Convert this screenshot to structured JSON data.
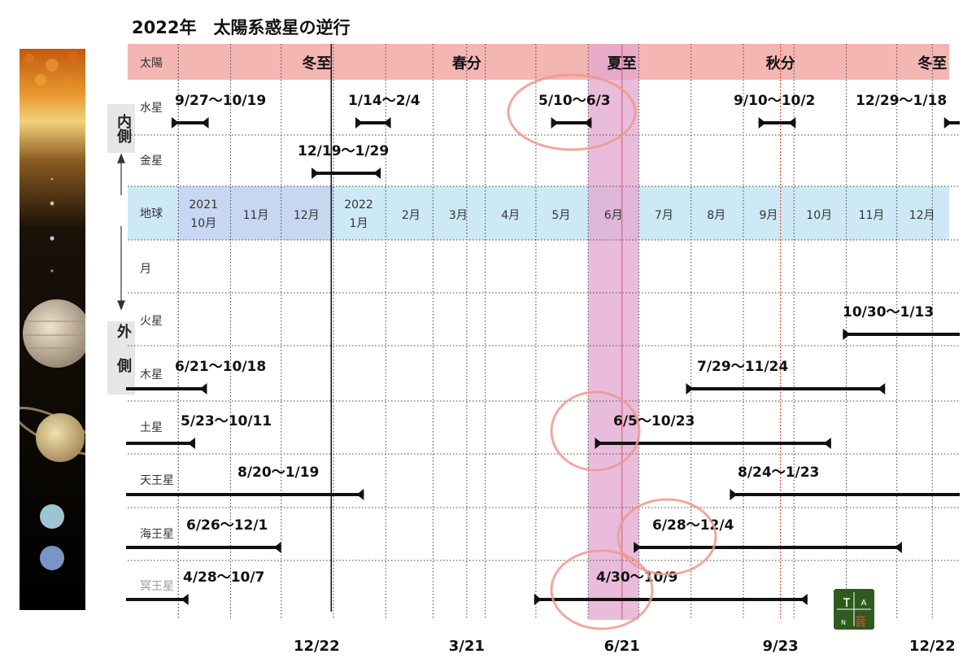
{
  "title": "2022年　太陽系惑星の逆行",
  "chart_data": {
    "type": "timeline",
    "title": "2022年　太陽系惑星の逆行",
    "sun_label": "太陽",
    "seasons": [
      {
        "label": "冬至",
        "date": "12/22",
        "x_date": "2021-12-22"
      },
      {
        "label": "春分",
        "date": "3/21",
        "x_date": "2022-03-21"
      },
      {
        "label": "夏至",
        "date": "6/21",
        "x_date": "2022-06-21"
      },
      {
        "label": "秋分",
        "date": "9/23",
        "x_date": "2022-09-23"
      },
      {
        "label": "冬至",
        "date": "12/22",
        "x_date": "2022-12-22"
      }
    ],
    "earth_label": "地球",
    "months": [
      {
        "year": "2021",
        "label": "10月",
        "date": "2021-10-01"
      },
      {
        "label": "11月",
        "date": "2021-11-01"
      },
      {
        "label": "12月",
        "date": "2021-12-01"
      },
      {
        "year": "2022",
        "label": "1月",
        "date": "2022-01-01"
      },
      {
        "label": "2月",
        "date": "2022-02-01"
      },
      {
        "label": "3月",
        "date": "2022-03-01"
      },
      {
        "label": "4月",
        "date": "2022-04-01"
      },
      {
        "label": "5月",
        "date": "2022-05-01"
      },
      {
        "label": "6月",
        "date": "2022-06-01"
      },
      {
        "label": "7月",
        "date": "2022-07-01"
      },
      {
        "label": "8月",
        "date": "2022-08-01"
      },
      {
        "label": "9月",
        "date": "2022-09-01"
      },
      {
        "label": "10月",
        "date": "2022-10-01"
      },
      {
        "label": "11月",
        "date": "2022-11-01"
      },
      {
        "label": "12月",
        "date": "2022-12-01"
      }
    ],
    "x_range": [
      "2021-09-01",
      "2023-01-01"
    ],
    "inner_label": "内側",
    "outer_label": "外側",
    "rows": [
      {
        "name": "水星",
        "periods": [
          {
            "label": "9/27〜10/19",
            "start": "2021-09-27",
            "end": "2021-10-19"
          },
          {
            "label": "1/14〜2/4",
            "start": "2022-01-14",
            "end": "2022-02-04"
          },
          {
            "label": "5/10〜6/3",
            "start": "2022-05-10",
            "end": "2022-06-03",
            "circled": true
          },
          {
            "label": "9/10〜10/2",
            "start": "2022-09-10",
            "end": "2022-10-02"
          },
          {
            "label": "12/29〜1/18",
            "start": "2022-12-29",
            "end": "2023-01-18"
          }
        ]
      },
      {
        "name": "金星",
        "periods": [
          {
            "label": "12/19〜1/29",
            "start": "2021-12-19",
            "end": "2022-01-29"
          }
        ]
      },
      {
        "name": "月",
        "periods": []
      },
      {
        "name": "火星",
        "periods": [
          {
            "label": "10/30〜1/13",
            "start": "2022-10-30",
            "end": "2023-01-13"
          }
        ]
      },
      {
        "name": "木星",
        "periods": [
          {
            "label": "6/21〜10/18",
            "start": "2021-06-21",
            "end": "2021-10-18"
          },
          {
            "label": "7/29〜11/24",
            "start": "2022-07-29",
            "end": "2022-11-24"
          }
        ]
      },
      {
        "name": "土星",
        "periods": [
          {
            "label": "5/23〜10/11",
            "start": "2021-05-23",
            "end": "2021-10-11"
          },
          {
            "label": "6/5〜10/23",
            "start": "2022-06-05",
            "end": "2022-10-23",
            "circled": true
          }
        ]
      },
      {
        "name": "天王星",
        "periods": [
          {
            "label": "8/20〜1/19",
            "start": "2021-08-20",
            "end": "2022-01-19"
          },
          {
            "label": "8/24〜1/23",
            "start": "2022-08-24",
            "end": "2023-01-23"
          }
        ]
      },
      {
        "name": "海王星",
        "periods": [
          {
            "label": "6/26〜12/1",
            "start": "2021-06-26",
            "end": "2021-12-01"
          },
          {
            "label": "6/28〜12/4",
            "start": "2022-06-28",
            "end": "2022-12-04",
            "circled": true
          }
        ]
      },
      {
        "name": "冥王星",
        "periods": [
          {
            "label": "4/28〜10/7",
            "start": "2021-04-28",
            "end": "2021-10-07"
          },
          {
            "label": "4/30〜10/9",
            "start": "2022-04-30",
            "end": "2022-10-09",
            "circled": true
          }
        ]
      }
    ],
    "colors": {
      "sun_band": "#f4b6b3",
      "earth_band": "#cde9f6",
      "earth_band_dark": "#c7d7f2",
      "summer_band": "#e3a6d0",
      "circle": "#ec9a8c",
      "autumn_line": "#e0503a"
    }
  },
  "logo": {
    "letters": [
      "A",
      "N",
      "音"
    ]
  }
}
